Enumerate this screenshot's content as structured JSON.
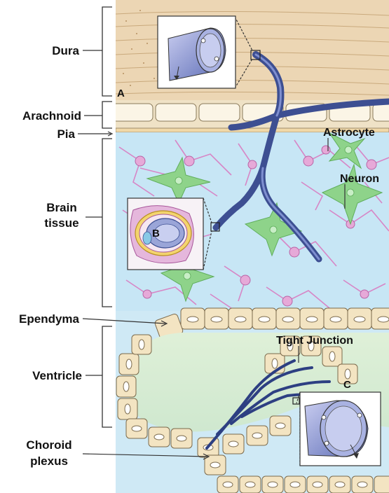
{
  "labels": {
    "dura": "Dura",
    "arachnoid": "Arachnoid",
    "pia": "Pia",
    "brain_tissue_line1": "Brain",
    "brain_tissue_line2": "tissue",
    "ependyma": "Ependyma",
    "ventricle": "Ventricle",
    "choroid_plexus_line1": "Choroid",
    "choroid_plexus_line2": "plexus",
    "astrocyte": "Astrocyte",
    "neuron": "Neuron",
    "tight_junction": "Tight Junction"
  },
  "markers": {
    "a": "A",
    "b": "B",
    "c": "C"
  },
  "colors": {
    "dura": "#ecd6b4",
    "dura_fiber": "#c9a97c",
    "arachnoid": "#f6ead2",
    "brain_bg": "#c7e6f5",
    "astrocyte": "#d786c6",
    "neuron": "#8ed38a",
    "vessel": "#3d4f92",
    "ventricle_bg": "#dcefd6",
    "epithelium": "#f3e4c2",
    "epithelium_outline": "#7b6a4c"
  }
}
